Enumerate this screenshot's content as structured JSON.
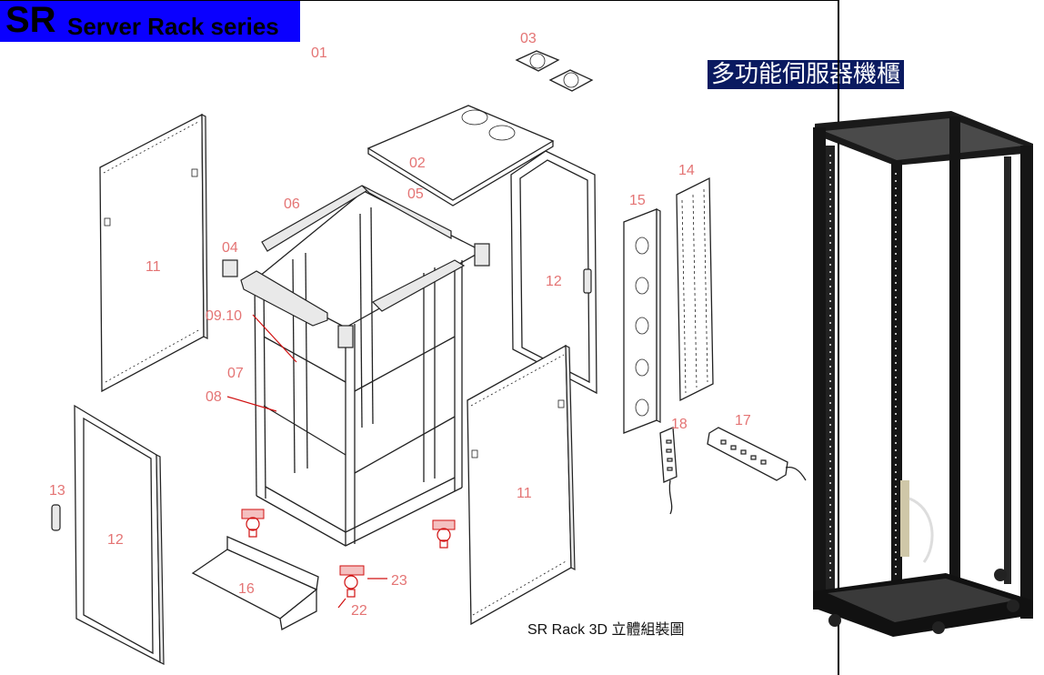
{
  "header": {
    "title_code": "SR",
    "title_rest": "Server Rack series",
    "chinese_title": "多功能伺服器機櫃",
    "caption": "SR Rack 3D 立體組裝圖"
  },
  "part_labels": [
    "01",
    "02",
    "03",
    "04",
    "05",
    "06",
    "07",
    "08",
    "09.10",
    "11",
    "11",
    "12",
    "12",
    "13",
    "14",
    "15",
    "16",
    "17",
    "18",
    "22",
    "23"
  ],
  "colors": {
    "title_bg": "#0a00ff",
    "chinese_title_bg": "#0a1a60",
    "label": "#e47474",
    "accent_red": "#d01010"
  }
}
